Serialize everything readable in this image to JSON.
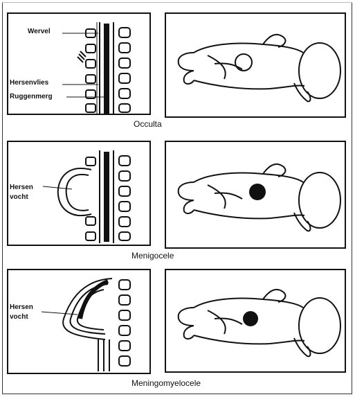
{
  "rows": [
    {
      "caption": "Occulta",
      "labels": [
        "Wervel",
        "Hersenvlies",
        "Ruggenmerg"
      ]
    },
    {
      "caption": "Menigocele",
      "labels": [
        "Hersen",
        "vocht"
      ]
    },
    {
      "caption": "Meningomyelocele",
      "labels": [
        "Hersen",
        "vocht"
      ]
    }
  ]
}
